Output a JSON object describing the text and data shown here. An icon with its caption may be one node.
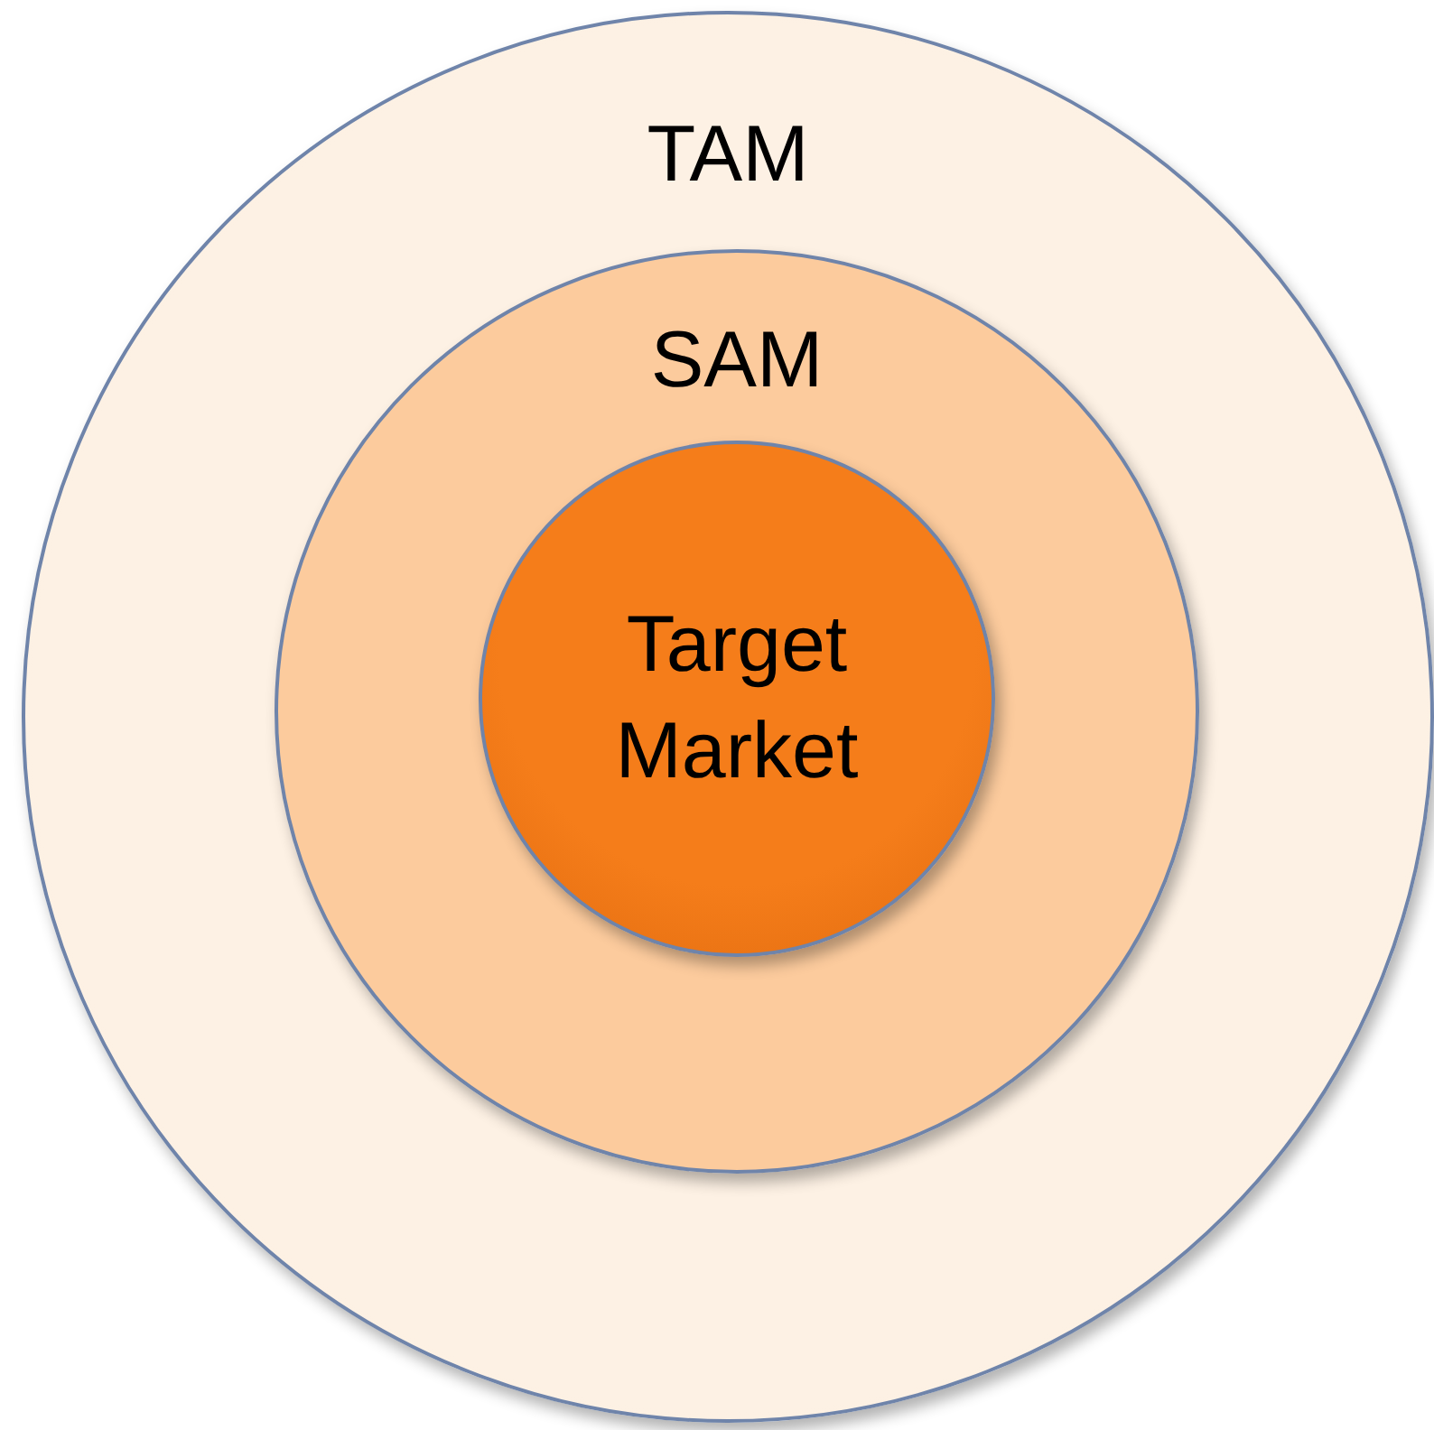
{
  "diagram": {
    "nodes": [
      {
        "text": [
          "TAM"
        ]
      },
      {
        "text": [
          "SAM"
        ],
        "in": 0
      },
      {
        "text": [
          "Target Market"
        ],
        "in": 1
      }
    ]
  }
}
